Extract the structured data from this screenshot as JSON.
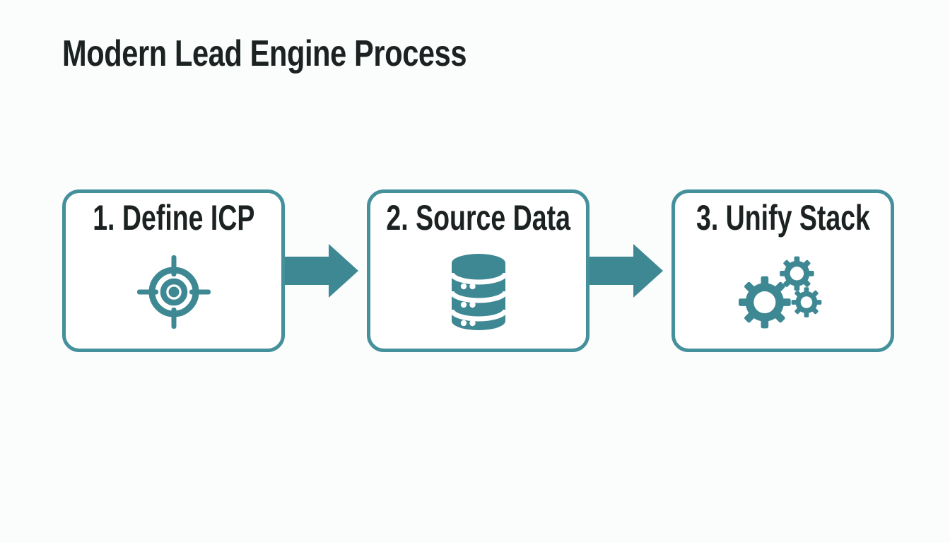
{
  "title": "Modern Lead Engine Process",
  "colors": {
    "teal": "#3E8894",
    "border_teal": "#44909B",
    "text": "#1C2122",
    "page_bg": "#FBFDFD",
    "box_bg": "#FFFFFF"
  },
  "steps": [
    {
      "label": "1. Define ICP",
      "icon": "target-icon"
    },
    {
      "label": "2. Source Data",
      "icon": "database-icon"
    },
    {
      "label": "3. Unify Stack",
      "icon": "gears-icon"
    }
  ],
  "arrows": [
    {
      "name": "arrow-step1-to-step2"
    },
    {
      "name": "arrow-step2-to-step3"
    }
  ]
}
